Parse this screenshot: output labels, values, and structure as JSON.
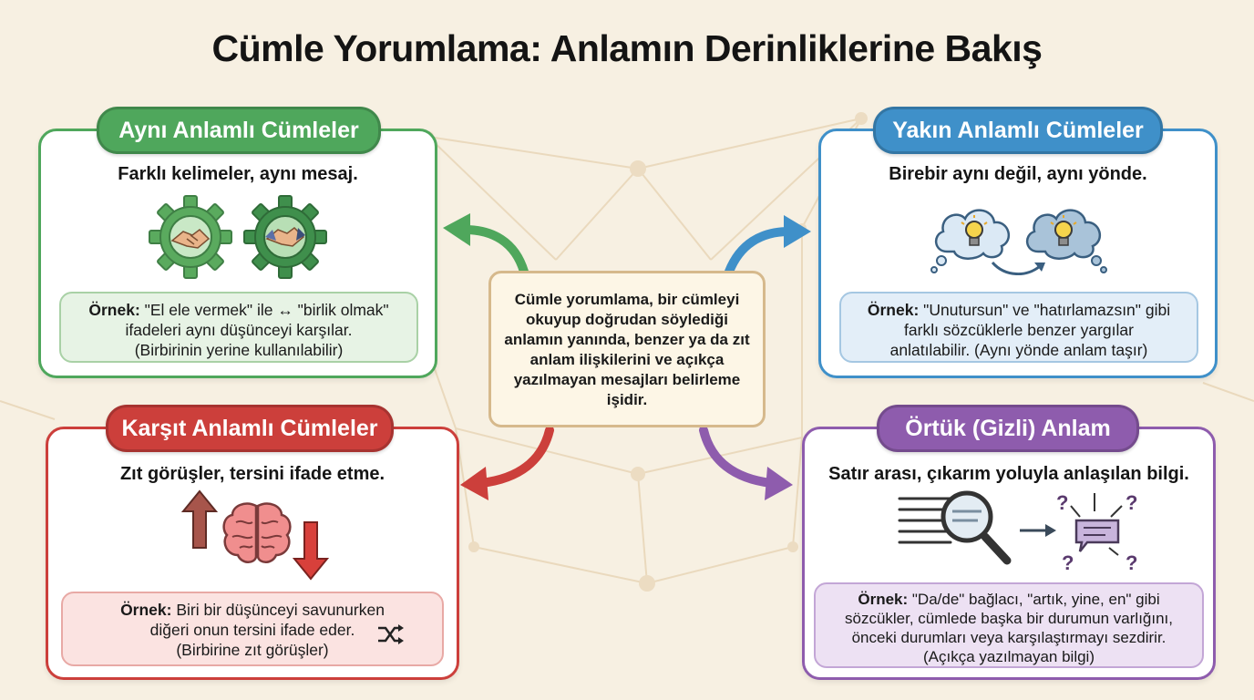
{
  "title": "Cümle Yorumlama: Anlamın Derinliklerine Bakış",
  "center_text": "Cümle yorumlama, bir cümleyi okuyup doğrudan söylediği anlamın yanında, benzer ya da zıt anlam ilişkilerini ve açıkça yazılmayan mesajları belirleme işidir.",
  "colors": {
    "green": "#4fa75c",
    "blue": "#3f90c9",
    "red": "#cc3f3b",
    "purple": "#8e5cad",
    "background": "#f7f0e2"
  },
  "cards": {
    "same": {
      "title": "Aynı Anlamlı Cümleler",
      "subtitle": "Farklı kelimeler, aynı mesaj.",
      "example_label": "Örnek:",
      "example_line1": "\"El ele vermek\" ile ↔ \"birlik olmak\"",
      "example_line2": "ifadeleri aynı düşünceyi karşılar.",
      "example_line3": "(Birbirinin yerine kullanılabilir)",
      "icons": [
        "gear-handshake-icon",
        "gear-handshake-icon"
      ]
    },
    "near": {
      "title": "Yakın Anlamlı Cümleler",
      "subtitle": "Birebir aynı değil, aynı yönde.",
      "example_label": "Örnek:",
      "example_line1": "\"Unutursun\" ve \"hatırlamazsın\" gibi",
      "example_line2": "farklı sözcüklerle benzer yargılar",
      "example_line3": "anlatılabilir. (Aynı yönde anlam taşır)",
      "icons": [
        "thought-cloud-lightbulb-icon",
        "curved-arrow-icon",
        "thought-cloud-lightbulb-icon"
      ]
    },
    "opposite": {
      "title": "Karşıt Anlamlı Cümleler",
      "subtitle": "Zıt görüşler, tersini ifade etme.",
      "example_label": "Örnek:",
      "example_line1": "Biri bir düşünceyi savunurken",
      "example_line2": "diğeri onun tersini ifade eder.",
      "example_line3": "(Birbirine zıt görüşler)",
      "icons": [
        "arrow-up-icon",
        "brain-icon",
        "arrow-down-icon",
        "shuffle-icon"
      ]
    },
    "implicit": {
      "title": "Örtük (Gizli) Anlam",
      "subtitle": "Satır arası, çıkarım yoluyla anlaşılan bilgi.",
      "example_label": "Örnek:",
      "example_line1": "\"Da/de\" bağlacı, \"artık, yine, en\" gibi",
      "example_line2": "sözcükler, cümlede başka bir durumun varlığını,",
      "example_line3": "önceki durumları veya karşılaştırmayı sezdirir.",
      "example_line4": "(Açıkça yazılmayan bilgi)",
      "icons": [
        "text-lines-icon",
        "magnifier-icon",
        "arrow-right-icon",
        "question-mark-icon",
        "speech-bubble-icon"
      ]
    }
  }
}
